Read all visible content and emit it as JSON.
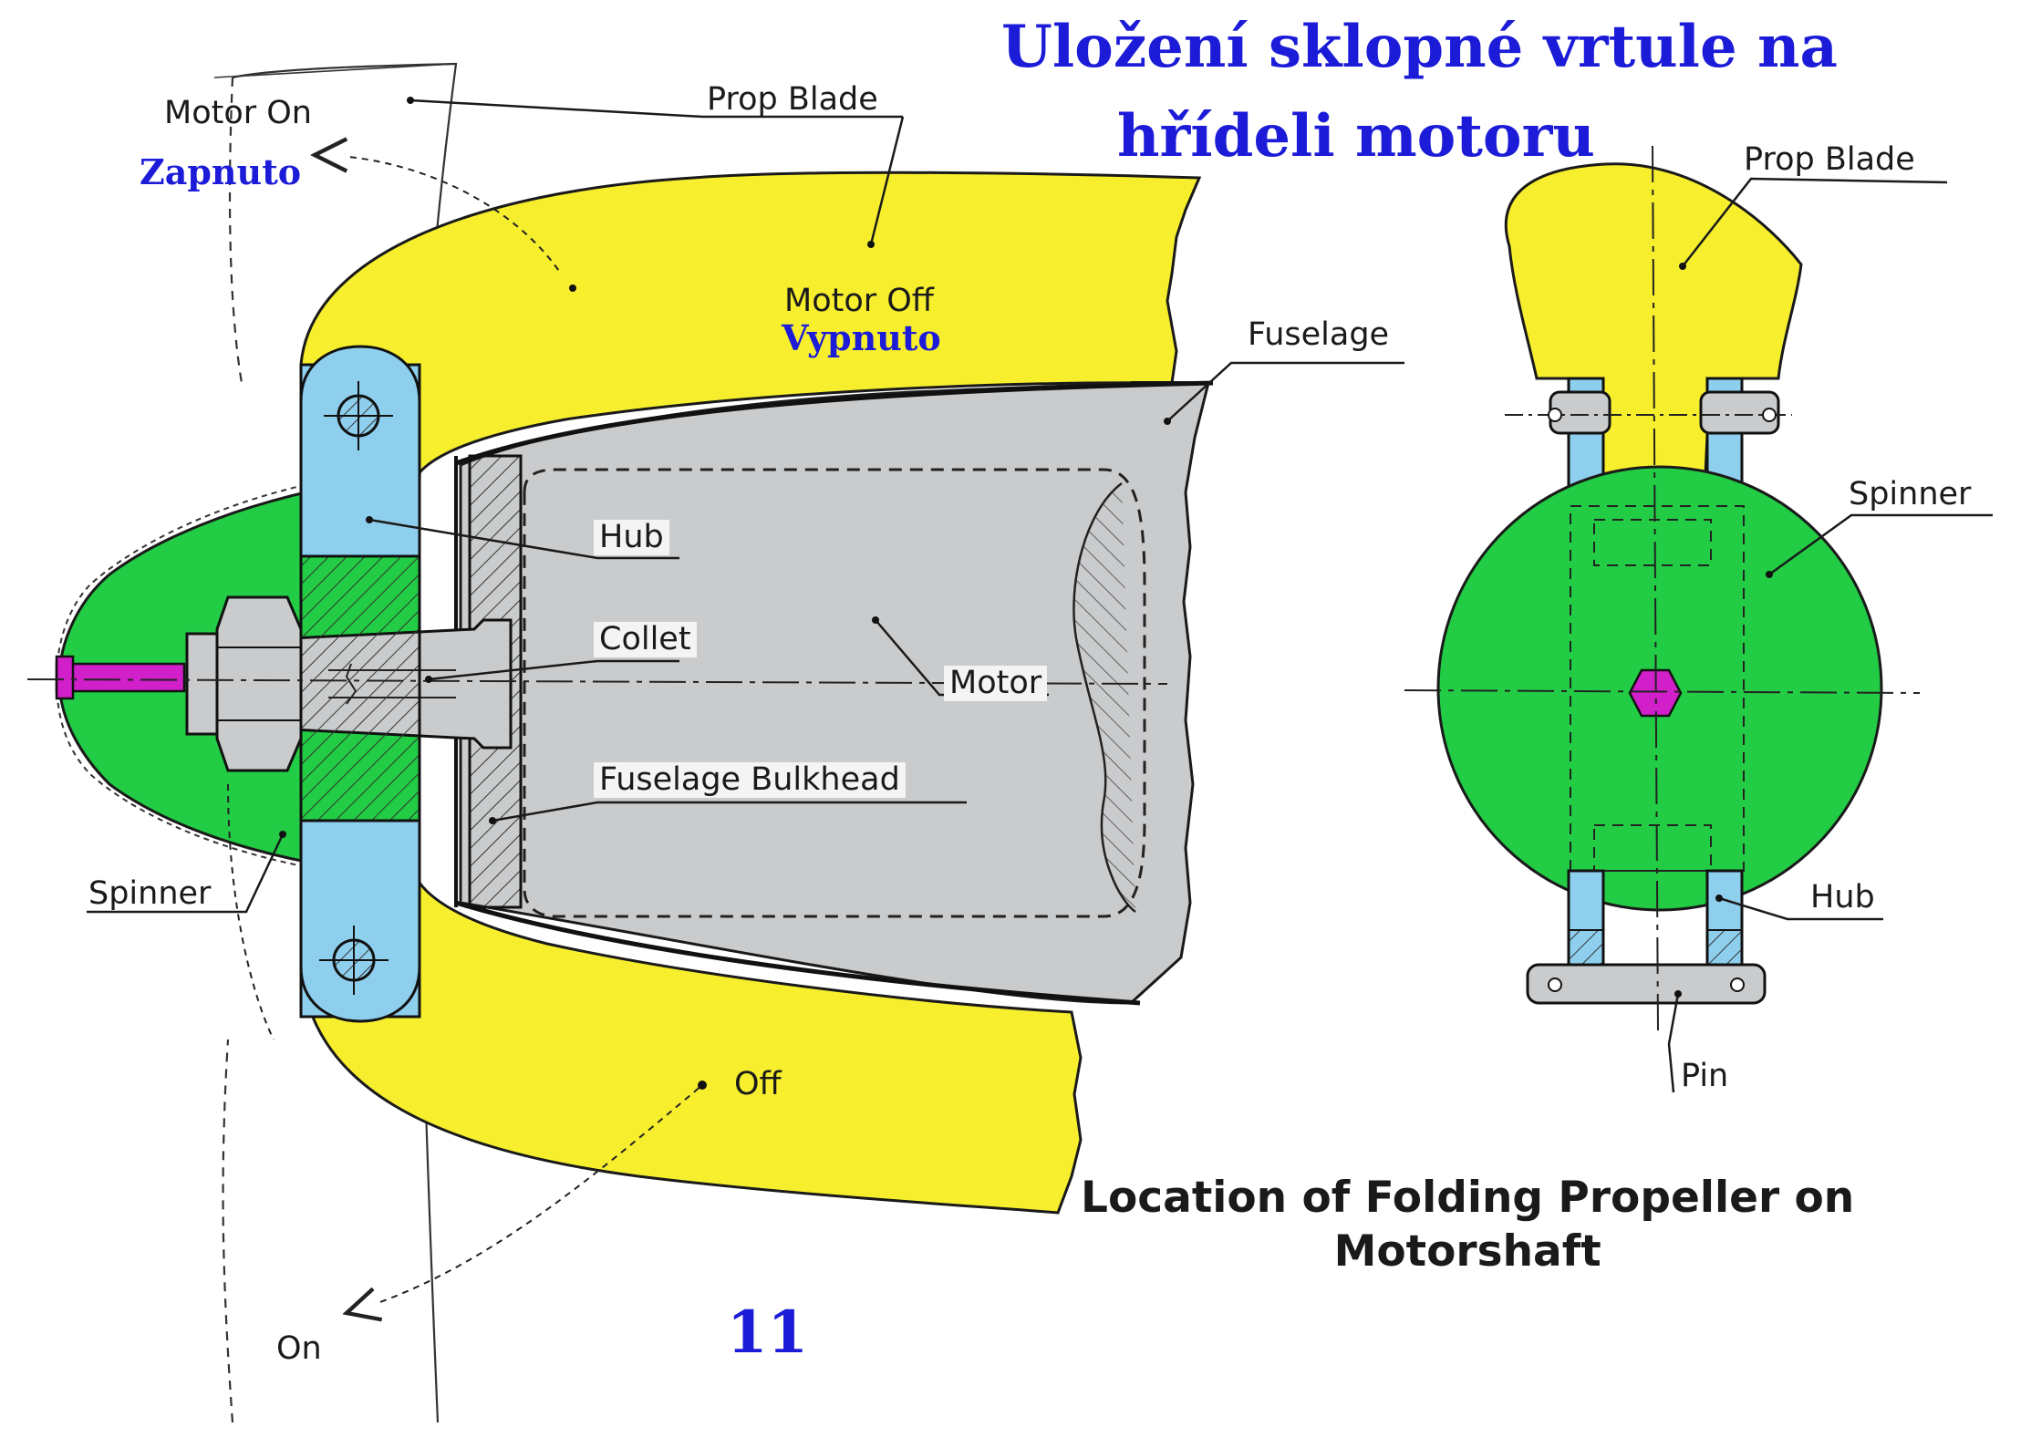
{
  "title_line1": "Uložení sklopné vrtule na",
  "title_line2": "hřídeli motoru",
  "caption_line1": "Location of Folding Propeller on",
  "caption_line2": "Motorshaft",
  "page_number": "11",
  "side_view": {
    "motor_on": "Motor On",
    "zapnuto": "Zapnuto",
    "prop_blade": "Prop Blade",
    "motor_off": "Motor Off",
    "vypnuto": "Vypnuto",
    "fuselage": "Fuselage",
    "hub": "Hub",
    "collet": "Collet",
    "motor": "Motor",
    "fuselage_bulkhead": "Fuselage Bulkhead",
    "spinner": "Spinner",
    "off": "Off",
    "on": "On"
  },
  "front_view": {
    "prop_blade": "Prop Blade",
    "spinner": "Spinner",
    "hub": "Hub",
    "pin": "Pin"
  },
  "colors": {
    "blade": "#f7ef2e",
    "spinner": "#22cc44",
    "hub": "#8fcfee",
    "motor": "#c9cbcd",
    "bolt": "#d11fc9",
    "title": "#1b1bd8"
  }
}
